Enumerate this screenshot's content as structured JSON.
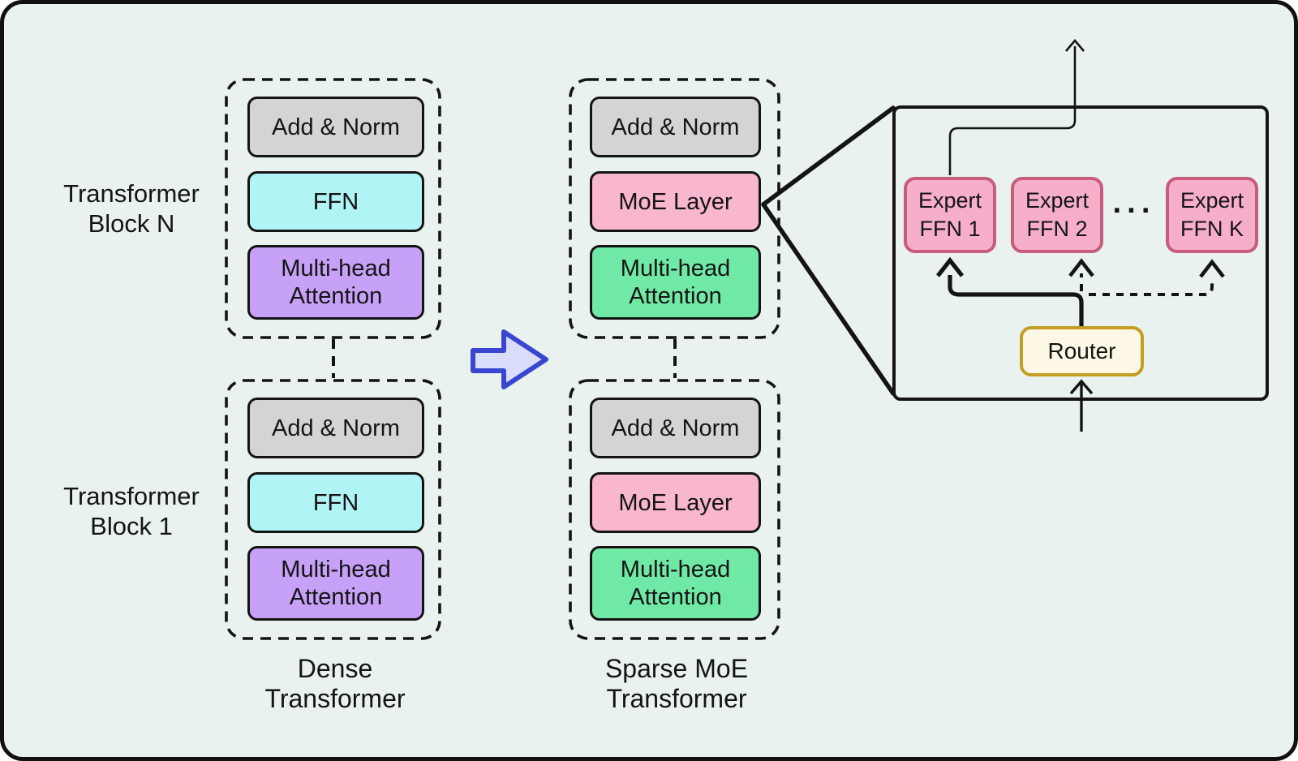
{
  "colors": {
    "background": "#e9f2ee",
    "outline": "#141414",
    "add_norm_fill": "#d4d4d4",
    "ffn_fill": "#b0f4f5",
    "dense_attention_fill": "#c7a0f7",
    "moe_layer_fill": "#f9b6cf",
    "sparse_attention_fill": "#70e9a6",
    "expert_fill": "#f6aeca",
    "expert_border": "#c75d7d",
    "router_fill": "#fcf8e5",
    "router_border": "#c49d23",
    "transform_arrow_fill": "#d9ddfa",
    "transform_arrow_stroke": "#3a46cf"
  },
  "left_labels": {
    "block_n": {
      "line1": "Transformer",
      "line2": "Block N"
    },
    "block_1": {
      "line1": "Transformer",
      "line2": "Block 1"
    }
  },
  "dense": {
    "caption": {
      "line1": "Dense",
      "line2": "Transformer"
    },
    "add_norm": "Add & Norm",
    "ffn": "FFN",
    "mha": {
      "line1": "Multi-head",
      "line2": "Attention"
    }
  },
  "sparse": {
    "caption": {
      "line1": "Sparse MoE",
      "line2": "Transformer"
    },
    "add_norm": "Add & Norm",
    "moe": "MoE Layer",
    "mha": {
      "line1": "Multi-head",
      "line2": "Attention"
    }
  },
  "detail": {
    "experts": [
      {
        "line1": "Expert",
        "line2": "FFN 1"
      },
      {
        "line1": "Expert",
        "line2": "FFN 2"
      },
      {
        "line1": "Expert",
        "line2": "FFN K"
      }
    ],
    "dots": "···",
    "router": "Router"
  }
}
